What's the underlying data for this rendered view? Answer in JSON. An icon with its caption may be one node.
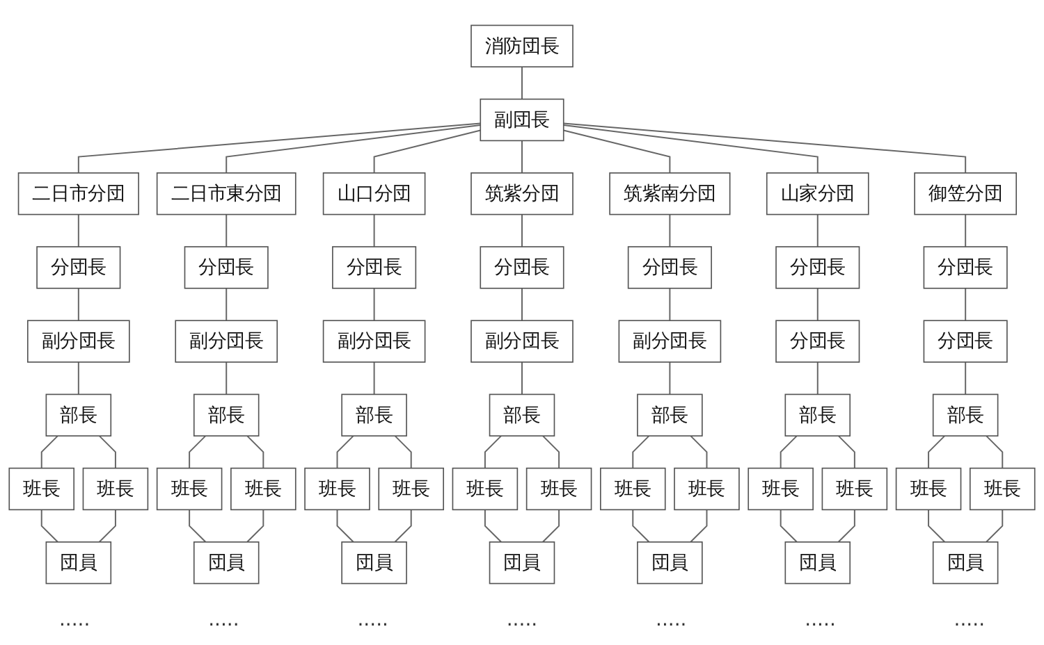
{
  "diagram": {
    "nodes": [
      {
        "text": [
          "消防団長"
        ]
      },
      {
        "text": [
          "副団長"
        ]
      },
      {
        "text": [
          "二日市分団"
        ]
      },
      {
        "text": [
          "二日市東分団"
        ]
      },
      {
        "text": [
          "山口分団"
        ]
      },
      {
        "text": [
          "筑紫分団"
        ]
      },
      {
        "text": [
          "筑紫南分団"
        ]
      },
      {
        "text": [
          "山家分団"
        ]
      },
      {
        "text": [
          "御笠分団"
        ]
      },
      {
        "text": [
          "分団長"
        ]
      },
      {
        "text": [
          "分団長"
        ]
      },
      {
        "text": [
          "分団長"
        ]
      },
      {
        "text": [
          "分団長"
        ]
      },
      {
        "text": [
          "分団長"
        ]
      },
      {
        "text": [
          "分団長"
        ]
      },
      {
        "text": [
          "分団長"
        ]
      },
      {
        "text": [
          "副分団長"
        ]
      },
      {
        "text": [
          "副分団長"
        ]
      },
      {
        "text": [
          "副分団長"
        ]
      },
      {
        "text": [
          "副分団長"
        ]
      },
      {
        "text": [
          "副分団長"
        ]
      },
      {
        "text": [
          "分団長"
        ]
      },
      {
        "text": [
          "分団長"
        ]
      },
      {
        "text": [
          "部長"
        ]
      },
      {
        "text": [
          "部長"
        ]
      },
      {
        "text": [
          "部長"
        ]
      },
      {
        "text": [
          "部長"
        ]
      },
      {
        "text": [
          "部長"
        ]
      },
      {
        "text": [
          "部長"
        ]
      },
      {
        "text": [
          "部長"
        ]
      },
      {
        "text": [
          "班長"
        ]
      },
      {
        "text": [
          "班長"
        ]
      },
      {
        "text": [
          "班長"
        ]
      },
      {
        "text": [
          "班長"
        ]
      },
      {
        "text": [
          "班長"
        ]
      },
      {
        "text": [
          "班長"
        ]
      },
      {
        "text": [
          "班長"
        ]
      },
      {
        "text": [
          "班長"
        ]
      },
      {
        "text": [
          "班長"
        ]
      },
      {
        "text": [
          "班長"
        ]
      },
      {
        "text": [
          "班長"
        ]
      },
      {
        "text": [
          "班長"
        ]
      },
      {
        "text": [
          "班長"
        ]
      },
      {
        "text": [
          "班長"
        ]
      },
      {
        "text": [
          "団員"
        ]
      },
      {
        "text": [
          "団員"
        ]
      },
      {
        "text": [
          "団員"
        ]
      },
      {
        "text": [
          "団員"
        ]
      },
      {
        "text": [
          "団員"
        ]
      },
      {
        "text": [
          "団員"
        ]
      },
      {
        "text": [
          "団員"
        ]
      }
    ],
    "edges": [
      {
        "from": 0,
        "to": 1,
        "arrow": "none"
      },
      {
        "from": 1,
        "to": 2,
        "arrow": "none"
      },
      {
        "from": 1,
        "to": 3,
        "arrow": "none"
      },
      {
        "from": 1,
        "to": 4,
        "arrow": "none"
      },
      {
        "from": 1,
        "to": 5,
        "arrow": "none"
      },
      {
        "from": 1,
        "to": 6,
        "arrow": "none"
      },
      {
        "from": 1,
        "to": 7,
        "arrow": "none"
      },
      {
        "from": 1,
        "to": 8,
        "arrow": "none"
      },
      {
        "from": 2,
        "to": 9,
        "arrow": "none"
      },
      {
        "from": 3,
        "to": 10,
        "arrow": "none"
      },
      {
        "from": 4,
        "to": 11,
        "arrow": "none"
      },
      {
        "from": 5,
        "to": 12,
        "arrow": "none"
      },
      {
        "from": 6,
        "to": 13,
        "arrow": "none"
      },
      {
        "from": 7,
        "to": 14,
        "arrow": "none"
      },
      {
        "from": 8,
        "to": 15,
        "arrow": "none"
      },
      {
        "from": 9,
        "to": 16,
        "arrow": "none"
      },
      {
        "from": 10,
        "to": 17,
        "arrow": "none"
      },
      {
        "from": 11,
        "to": 18,
        "arrow": "none"
      },
      {
        "from": 12,
        "to": 19,
        "arrow": "none"
      },
      {
        "from": 13,
        "to": 20,
        "arrow": "none"
      },
      {
        "from": 14,
        "to": 21,
        "arrow": "none"
      },
      {
        "from": 15,
        "to": 22,
        "arrow": "none"
      },
      {
        "from": 16,
        "to": 23,
        "arrow": "none"
      },
      {
        "from": 17,
        "to": 24,
        "arrow": "none"
      },
      {
        "from": 18,
        "to": 25,
        "arrow": "none"
      },
      {
        "from": 19,
        "to": 26,
        "arrow": "none"
      },
      {
        "from": 20,
        "to": 27,
        "arrow": "none"
      },
      {
        "from": 21,
        "to": 28,
        "arrow": "none"
      },
      {
        "from": 22,
        "to": 29,
        "arrow": "none"
      },
      {
        "from": 23,
        "to": 30,
        "arrow": "none"
      },
      {
        "from": 23,
        "to": 31,
        "arrow": "none"
      },
      {
        "from": 24,
        "to": 32,
        "arrow": "none"
      },
      {
        "from": 24,
        "to": 33,
        "arrow": "none"
      },
      {
        "from": 25,
        "to": 34,
        "arrow": "none"
      },
      {
        "from": 25,
        "to": 35,
        "arrow": "none"
      },
      {
        "from": 26,
        "to": 36,
        "arrow": "none"
      },
      {
        "from": 26,
        "to": 37,
        "arrow": "none"
      },
      {
        "from": 27,
        "to": 38,
        "arrow": "none"
      },
      {
        "from": 27,
        "to": 39,
        "arrow": "none"
      },
      {
        "from": 28,
        "to": 40,
        "arrow": "none"
      },
      {
        "from": 28,
        "to": 41,
        "arrow": "none"
      },
      {
        "from": 29,
        "to": 42,
        "arrow": "none"
      },
      {
        "from": 29,
        "to": 43,
        "arrow": "none"
      },
      {
        "from": 30,
        "to": 44,
        "arrow": "none"
      },
      {
        "from": 31,
        "to": 44,
        "arrow": "none"
      },
      {
        "from": 32,
        "to": 45,
        "arrow": "none"
      },
      {
        "from": 33,
        "to": 45,
        "arrow": "none"
      },
      {
        "from": 34,
        "to": 46,
        "arrow": "none"
      },
      {
        "from": 35,
        "to": 46,
        "arrow": "none"
      },
      {
        "from": 36,
        "to": 47,
        "arrow": "none"
      },
      {
        "from": 37,
        "to": 47,
        "arrow": "none"
      },
      {
        "from": 38,
        "to": 48,
        "arrow": "none"
      },
      {
        "from": 39,
        "to": 48,
        "arrow": "none"
      },
      {
        "from": 40,
        "to": 49,
        "arrow": "none"
      },
      {
        "from": 41,
        "to": 49,
        "arrow": "none"
      },
      {
        "from": 42,
        "to": 50,
        "arrow": "none"
      },
      {
        "from": 43,
        "to": 50,
        "arrow": "none"
      }
    ],
    "labels": [
      "·····",
      "·····",
      "·····",
      "·····",
      "·····",
      "·····",
      "·····"
    ]
  }
}
